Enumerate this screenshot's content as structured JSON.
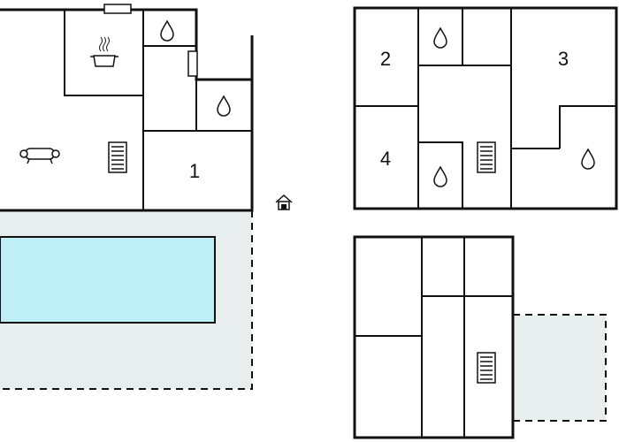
{
  "colors": {
    "pool": "#bfeff6",
    "terrace": "#e8eeee",
    "wall": "#111111",
    "background": "#ffffff"
  },
  "ground_floor": {
    "room_label": "1",
    "icons": [
      "kitchen-pot-icon",
      "sofa-icon",
      "stairs-icon",
      "water-drop-icon",
      "water-drop-icon",
      "entrance-house-icon"
    ]
  },
  "upper_floor": {
    "room_labels": [
      "2",
      "3",
      "4"
    ],
    "icons": [
      "water-drop-icon",
      "water-drop-icon",
      "water-drop-icon",
      "stairs-icon"
    ]
  },
  "lower_floor": {
    "icons": [
      "stairs-icon"
    ]
  }
}
